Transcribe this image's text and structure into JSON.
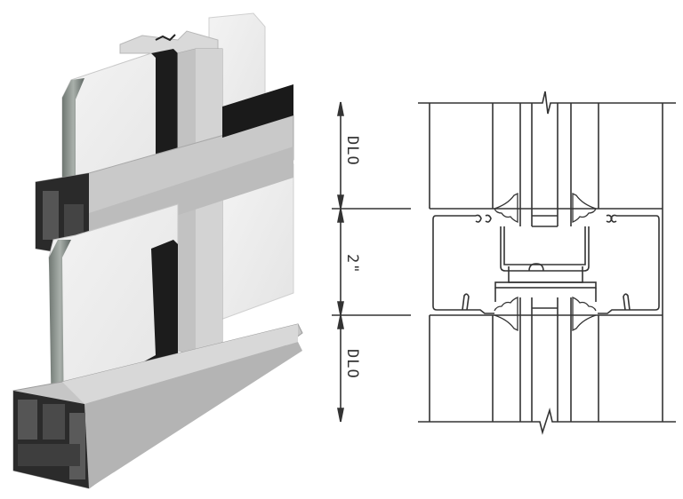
{
  "figure": {
    "type": "curtain-wall mullion/transom illustration",
    "left_panel": "3D rendering of aluminum framing with insulated glass",
    "right_panel": "section drawing through transom"
  },
  "dimensions": {
    "upper": "DLO",
    "middle": "2\"",
    "lower": "DLO"
  },
  "colors": {
    "line": "#333333",
    "aluminum_light": "#d6d6d6",
    "aluminum_mid": "#b9b9b9",
    "aluminum_dark": "#8e8e8e",
    "gasket": "#1a1a1a",
    "glass": "#eeeeee",
    "glass_edge": "#7f8682",
    "background": "#ffffff"
  }
}
